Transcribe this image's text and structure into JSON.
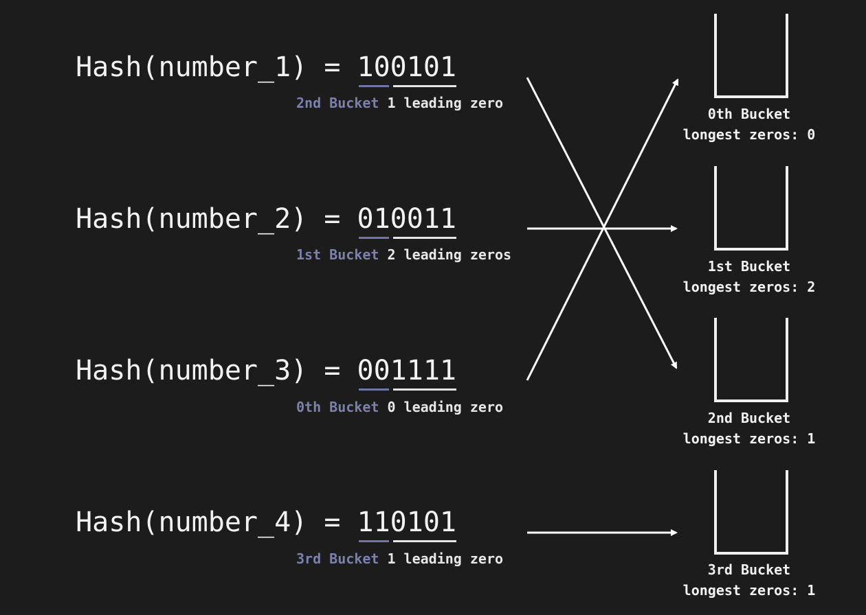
{
  "rows": [
    {
      "hash_label": "Hash(number_1) = ",
      "prefix": "10",
      "rest": "0101",
      "bucket": "2nd Bucket",
      "leading": "1 leading zero"
    },
    {
      "hash_label": "Hash(number_2) = ",
      "prefix": "01",
      "rest": "0011",
      "bucket": "1st Bucket",
      "leading": "2 leading zeros"
    },
    {
      "hash_label": "Hash(number_3) = ",
      "prefix": "00",
      "rest": "1111",
      "bucket": "0th Bucket",
      "leading": "0 leading zero"
    },
    {
      "hash_label": "Hash(number_4) = ",
      "prefix": "11",
      "rest": "0101",
      "bucket": "3rd Bucket",
      "leading": "1 leading zero"
    }
  ],
  "buckets": [
    {
      "name": "0th Bucket",
      "longest": "longest zeros: 0"
    },
    {
      "name": "1st Bucket",
      "longest": "longest zeros: 2"
    },
    {
      "name": "2nd Bucket",
      "longest": "longest zeros: 1"
    },
    {
      "name": "3rd Bucket",
      "longest": "longest zeros: 1"
    }
  ],
  "colors": {
    "background": "#1c1c1c",
    "text": "#f2f2f2",
    "bucket_index": "#7b80ad",
    "arrow": "#ffffff"
  }
}
